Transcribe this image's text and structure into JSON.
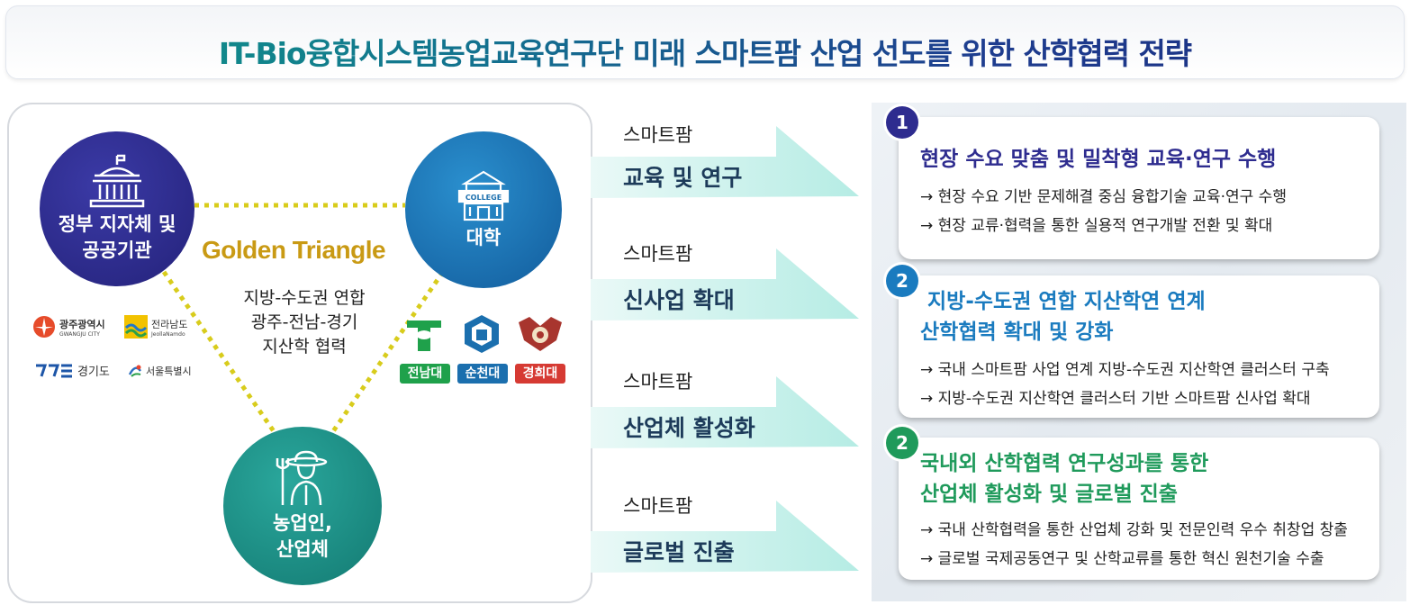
{
  "title": "IT-Bio융합시스템농업교육연구단 미래 스마트팜 산업 선도를 위한 산학협력 전략",
  "triangle": {
    "gov_label": [
      "정부 지자체 및",
      "공공기관"
    ],
    "uni_label": "대학",
    "uni_icon_text": "COLLEGE",
    "farm_label": [
      "농업인,",
      "산업체"
    ],
    "center_title": "Golden Triangle",
    "center_lines": [
      "지방-수도권 연합",
      "광주-전남-경기",
      "지산학 협력"
    ],
    "gov_logos": [
      {
        "name": "광주광역시",
        "sub": "GWANGJU CITY"
      },
      {
        "name": "전라남도",
        "sub": "JeollaNamdo"
      },
      {
        "name": "경기도",
        "sub": ""
      },
      {
        "name": "서울특별시",
        "sub": ""
      }
    ],
    "universities": [
      {
        "name": "전남대",
        "color": "#1fa14b"
      },
      {
        "name": "순천대",
        "color": "#1b6fae"
      },
      {
        "name": "경희대",
        "color": "#d63a33"
      }
    ]
  },
  "arrows": [
    {
      "category": "스마트팜",
      "label": "교육 및 연구"
    },
    {
      "category": "스마트팜",
      "label": "신사업 확대"
    },
    {
      "category": "스마트팜",
      "label": "산업체 활성화"
    },
    {
      "category": "스마트팜",
      "label": "글로벌 진출"
    }
  ],
  "cards": [
    {
      "number": "1",
      "color": "#2e2c8f",
      "title": [
        "현장 수요 맞춤 및 밀착형 교육·연구 수행"
      ],
      "items": [
        "→ 현장 수요 기반 문제해결 중심 융합기술 교육·연구 수행",
        "→ 현장 교류·협력을 통한 실용적 연구개발 전환 및 확대"
      ]
    },
    {
      "number": "2",
      "color": "#1a7bbf",
      "title": [
        " 지방-수도권 연합 지산학연 연계",
        "산학협력 확대 및 강화"
      ],
      "items": [
        "→ 국내 스마트팜 사업 연계 지방-수도권 지산학연 클러스터 구축",
        "→ 지방-수도권 지산학연 클러스터 기반 스마트팜 신사업 확대"
      ]
    },
    {
      "number": "2",
      "color": "#1f9a5b",
      "title": [
        "국내외 산학협력 연구성과를 통한",
        "산업체 활성화 및 글로벌 진출"
      ],
      "items": [
        "→ 국내 산학협력을 통한 산업체 강화 및 전문인력 우수 취창업 창출",
        "→ 글로벌 국제공동연구 및 산학교류를 통한 혁신 원천기술 수출"
      ]
    }
  ],
  "colors": {
    "gold": "#c99a14",
    "dotted": "#d8cc1c",
    "arrow": "#c7f0ec"
  }
}
